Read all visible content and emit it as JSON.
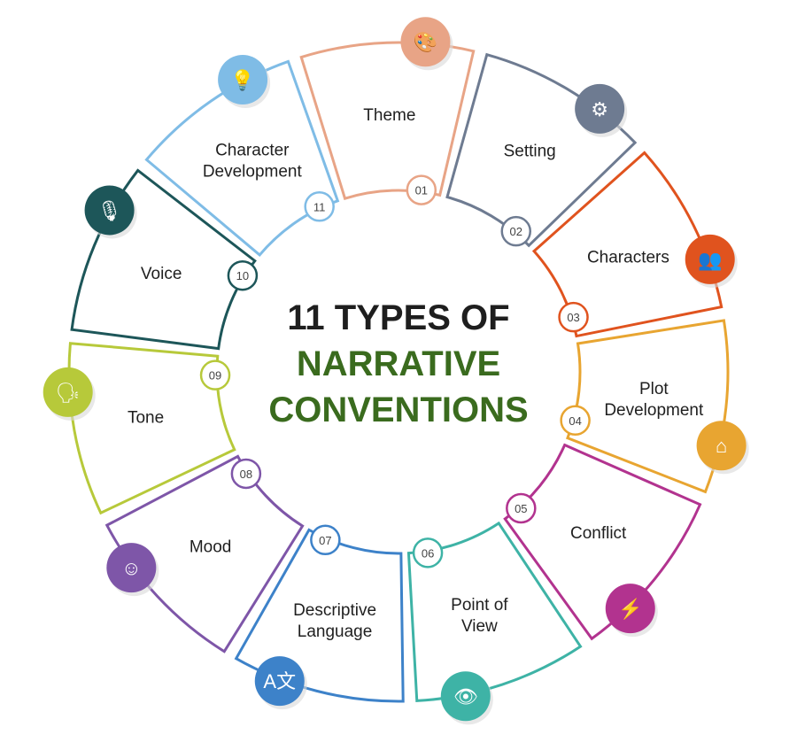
{
  "title": {
    "line1": "11 TYPES OF",
    "line2": "NARRATIVE",
    "line3": "CONVENTIONS"
  },
  "segments": [
    {
      "number": "01",
      "label": [
        "Theme"
      ],
      "color": "#e8a486",
      "icon": "palette-icon"
    },
    {
      "number": "02",
      "label": [
        "Setting"
      ],
      "color": "#6e7b91",
      "icon": "gear-icon"
    },
    {
      "number": "03",
      "label": [
        "Characters"
      ],
      "color": "#e0531e",
      "icon": "people-icon"
    },
    {
      "number": "04",
      "label": [
        "Plot",
        "Development"
      ],
      "color": "#e8a531",
      "icon": "home-icon"
    },
    {
      "number": "05",
      "label": [
        "Conflict"
      ],
      "color": "#b2338f",
      "icon": "conflict-icon"
    },
    {
      "number": "06",
      "label": [
        "Point of",
        "View"
      ],
      "color": "#3eb3a6",
      "icon": "eye-icon"
    },
    {
      "number": "07",
      "label": [
        "Descriptive",
        "Language"
      ],
      "color": "#3d82c9",
      "icon": "translate-icon"
    },
    {
      "number": "08",
      "label": [
        "Mood"
      ],
      "color": "#7e56a8",
      "icon": "smiley-icon"
    },
    {
      "number": "09",
      "label": [
        "Tone"
      ],
      "color": "#b7c93a",
      "icon": "speaking-head-icon"
    },
    {
      "number": "10",
      "label": [
        "Voice"
      ],
      "color": "#1d5659",
      "icon": "microphone-icon"
    },
    {
      "number": "11",
      "label": [
        "Character",
        "Development"
      ],
      "color": "#7fbce6",
      "icon": "lightbulb-head-icon"
    }
  ]
}
